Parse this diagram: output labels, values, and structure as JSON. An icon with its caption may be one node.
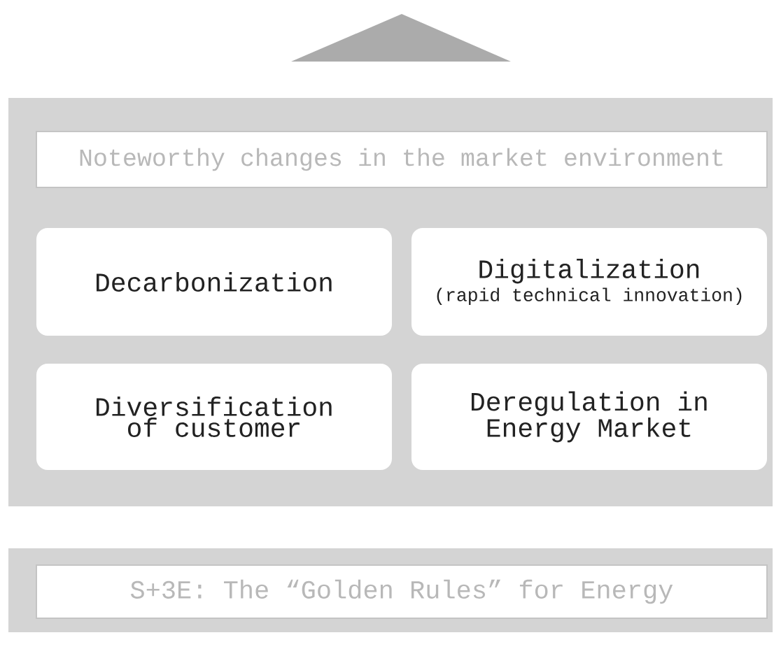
{
  "diagram": {
    "nodes": [
      {
        "text": [],
        "shape": "box"
      },
      {
        "text": [
          "Noteworthy changes in the market environment"
        ],
        "in": 0
      },
      {
        "text": [
          "Decarbonization"
        ],
        "in": 0
      },
      {
        "text": [
          "Digitalization",
          "(rapid technical innovation)"
        ],
        "in": 0
      },
      {
        "text": [
          "Diversification of customer"
        ],
        "in": 0
      },
      {
        "text": [
          "Deregulation in Energy Market"
        ],
        "in": 0
      },
      {
        "text": [],
        "shape": "box"
      },
      {
        "text": [
          "S+3E: The “Golden Rules” for Energy"
        ],
        "in": 6
      }
    ]
  }
}
